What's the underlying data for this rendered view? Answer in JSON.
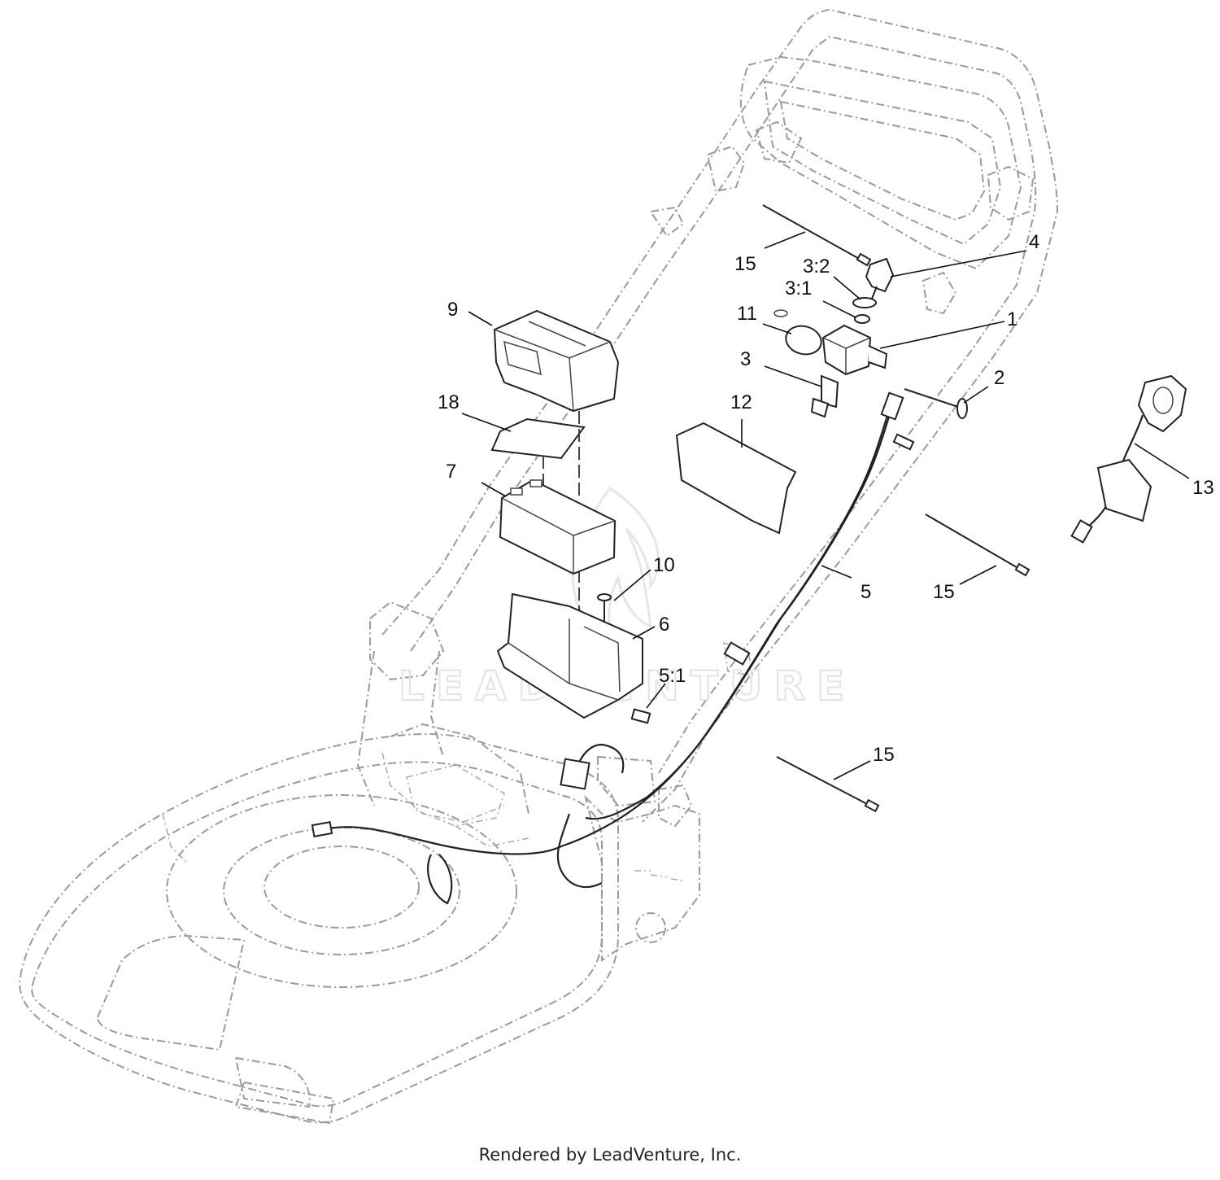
{
  "callouts": {
    "c1": "1",
    "c2": "2",
    "c3": "3",
    "c3_1": "3:1",
    "c3_2": "3:2",
    "c4": "4",
    "c5": "5",
    "c5_1": "5:1",
    "c6": "6",
    "c7": "7",
    "c9": "9",
    "c10": "10",
    "c11": "11",
    "c12": "12",
    "c13": "13",
    "c15a": "15",
    "c15b": "15",
    "c15c": "15",
    "c18": "18"
  },
  "watermark": "LEADVENTURE",
  "footer": "Rendered by LeadVenture, Inc."
}
